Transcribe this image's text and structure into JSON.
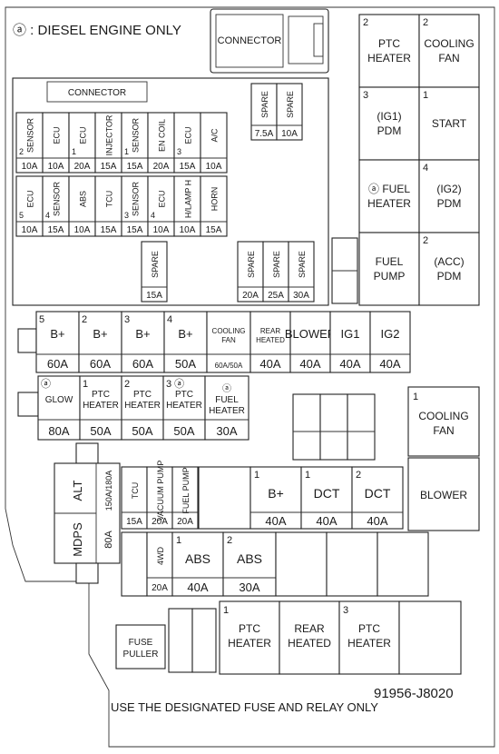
{
  "header": {
    "note": "ⓐ : DIESEL ENGINE ONLY"
  },
  "connectors": {
    "top_right": "CONNECTOR",
    "inner": "CONNECTOR"
  },
  "small_fuses": {
    "row1": [
      {
        "num": "2",
        "label": "SENSOR",
        "amp": "10A"
      },
      {
        "num": "",
        "label": "ECU",
        "amp": "10A"
      },
      {
        "num": "1",
        "label": "ECU",
        "amp": "20A"
      },
      {
        "num": "",
        "label": "INJECTOR",
        "amp": "15A"
      },
      {
        "num": "1",
        "label": "SENSOR",
        "amp": "15A"
      },
      {
        "num": "",
        "label": "EN COIL",
        "amp": "20A"
      },
      {
        "num": "3",
        "label": "ECU",
        "amp": "15A"
      },
      {
        "num": "",
        "label": "A/C",
        "amp": "10A"
      }
    ],
    "row2": [
      {
        "num": "5",
        "label": "ECU",
        "amp": "10A"
      },
      {
        "num": "4",
        "label": "SENSOR",
        "amp": "15A"
      },
      {
        "num": "",
        "label": "ABS",
        "amp": "10A"
      },
      {
        "num": "",
        "label": "TCU",
        "amp": "15A"
      },
      {
        "num": "3",
        "label": "SENSOR",
        "amp": "15A"
      },
      {
        "num": "4",
        "label": "ECU",
        "amp": "10A"
      },
      {
        "num": "",
        "label": "H/LAMP H",
        "amp": "10A"
      },
      {
        "num": "",
        "label": "HORN",
        "amp": "15A"
      }
    ],
    "spare_top": [
      {
        "label": "SPARE",
        "amp": "7.5A"
      },
      {
        "label": "SPARE",
        "amp": "10A"
      }
    ],
    "spare_left": {
      "label": "SPARE",
      "amp": "15A"
    },
    "spare_right": [
      {
        "label": "SPARE",
        "amp": "20A"
      },
      {
        "label": "SPARE",
        "amp": "25A"
      },
      {
        "label": "SPARE",
        "amp": "30A"
      }
    ]
  },
  "relays_right": [
    {
      "num": "2",
      "label": "PTC HEATER"
    },
    {
      "num": "2",
      "label": "COOLING FAN"
    },
    {
      "num": "3",
      "label": "(IG1) PDM"
    },
    {
      "num": "1",
      "label": "START"
    },
    {
      "num": "",
      "label": "ⓐ FUEL HEATER"
    },
    {
      "num": "4",
      "label": "(IG2) PDM"
    },
    {
      "num": "",
      "label": "FUEL PUMP"
    },
    {
      "num": "2",
      "label": "(ACC) PDM"
    }
  ],
  "fuse_row_a": [
    {
      "num": "5",
      "label": "B+",
      "amp": "60A"
    },
    {
      "num": "2",
      "label": "B+",
      "amp": "60A"
    },
    {
      "num": "3",
      "label": "B+",
      "amp": "60A"
    },
    {
      "num": "4",
      "label": "B+",
      "amp": "50A"
    },
    {
      "num": "",
      "label": "COOLING FAN",
      "amp": "60A/50A"
    },
    {
      "num": "",
      "label": "REAR HEATED",
      "amp": "40A"
    },
    {
      "num": "",
      "label": "BLOWER",
      "amp": "40A"
    },
    {
      "num": "",
      "label": "IG1",
      "amp": "40A"
    },
    {
      "num": "",
      "label": "IG2",
      "amp": "40A"
    }
  ],
  "fuse_row_b": [
    {
      "num": "ⓐ",
      "label": "GLOW",
      "amp": "80A"
    },
    {
      "num": "1",
      "label": "PTC HEATER",
      "amp": "50A"
    },
    {
      "num": "2",
      "label": "PTC HEATER",
      "amp": "50A"
    },
    {
      "num": "3 ⓐ",
      "label": "PTC HEATER",
      "amp": "50A"
    },
    {
      "num": "",
      "label": "ⓐ FUEL HEATER",
      "amp": "30A"
    }
  ],
  "cooling_fan_relay": {
    "num": "1",
    "label": "COOLING FAN"
  },
  "blower_relay": {
    "label": "BLOWER"
  },
  "alt_block": {
    "alt": "ALT",
    "mdps": "MDPS",
    "amp_top": "150A/180A",
    "amp_bottom": "80A"
  },
  "fuse_row_c": [
    {
      "num": "",
      "label": "TCU",
      "amp": "15A"
    },
    {
      "num": "",
      "label": "VACUUM PUMP",
      "amp": "20A"
    },
    {
      "num": "",
      "label": "FUEL PUMP",
      "amp": "20A"
    }
  ],
  "fuse_row_c_big": [
    {
      "num": "1",
      "label": "B+",
      "amp": "40A"
    },
    {
      "num": "1",
      "label": "DCT",
      "amp": "40A"
    },
    {
      "num": "2",
      "label": "DCT",
      "amp": "40A"
    }
  ],
  "fuse_row_d": [
    {
      "num": "",
      "label": "4WD",
      "amp": "20A"
    },
    {
      "num": "1",
      "label": "ABS",
      "amp": "40A"
    },
    {
      "num": "2",
      "label": "ABS",
      "amp": "30A"
    }
  ],
  "bottom_relays": [
    {
      "num": "1",
      "label": "PTC HEATER"
    },
    {
      "num": "",
      "label": "REAR HEATED"
    },
    {
      "num": "3",
      "label": "PTC HEATER"
    }
  ],
  "fuse_puller": "FUSE PULLER",
  "part_number": "91956-J8020",
  "footer_note": "USE THE DESIGNATED FUSE AND RELAY ONLY"
}
